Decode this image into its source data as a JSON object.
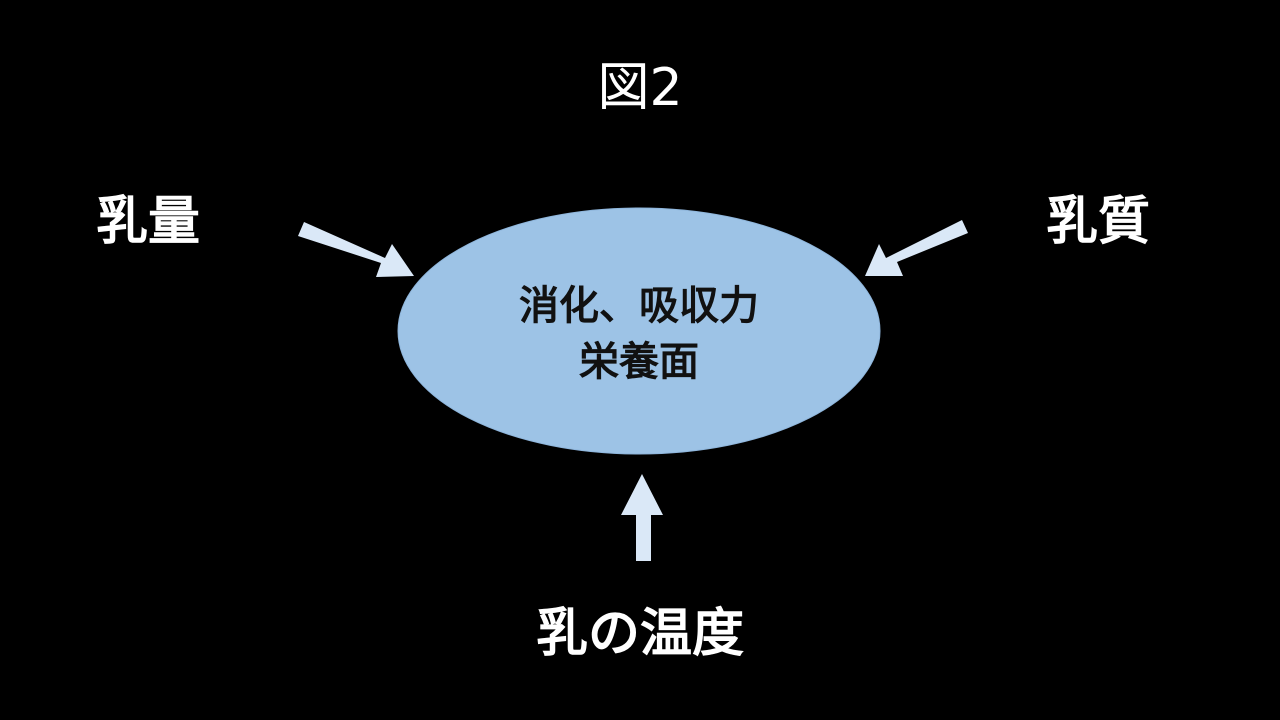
{
  "title": "図2",
  "center": {
    "line1": "消化、吸収力",
    "line2": "栄養面"
  },
  "factors": {
    "left": "乳量",
    "right": "乳質",
    "bottom": "乳の温度"
  },
  "colors": {
    "background": "#000000",
    "ellipse_fill": "#9dc3e6",
    "arrow_fill": "#dae8f7",
    "text": "#ffffff"
  }
}
